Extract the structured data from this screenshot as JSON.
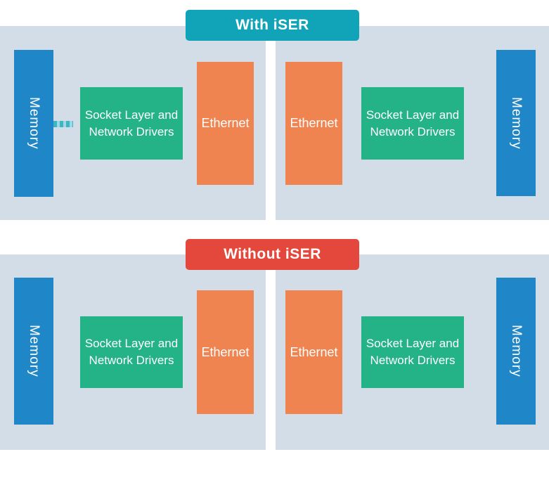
{
  "diagram": {
    "description": "Comparison of data path with and without iSER",
    "sections": [
      {
        "id": "with-iser",
        "title": "With iSER",
        "banner_color": "#11a4b8"
      },
      {
        "id": "without-iser",
        "title": "Without iSER",
        "banner_color": "#e4473c"
      }
    ],
    "labels": {
      "memory": "Memory",
      "ethernet": "Ethernet",
      "socket_line1": "Socket Layer and",
      "socket_line2": "Network Drivers"
    },
    "colors": {
      "panel_background": "#d3dde8",
      "memory_bar": "#1f86c8",
      "socket_box": "#24b287",
      "ethernet_box": "#ef8450",
      "with_banner": "#11a4b8",
      "without_banner": "#e4473c",
      "connector_teal": "#3eb5c6",
      "label_text": "#ffffff"
    },
    "connector_note": "dashed teal connector between Memory and Socket Layer appears only in the With iSER left host"
  }
}
